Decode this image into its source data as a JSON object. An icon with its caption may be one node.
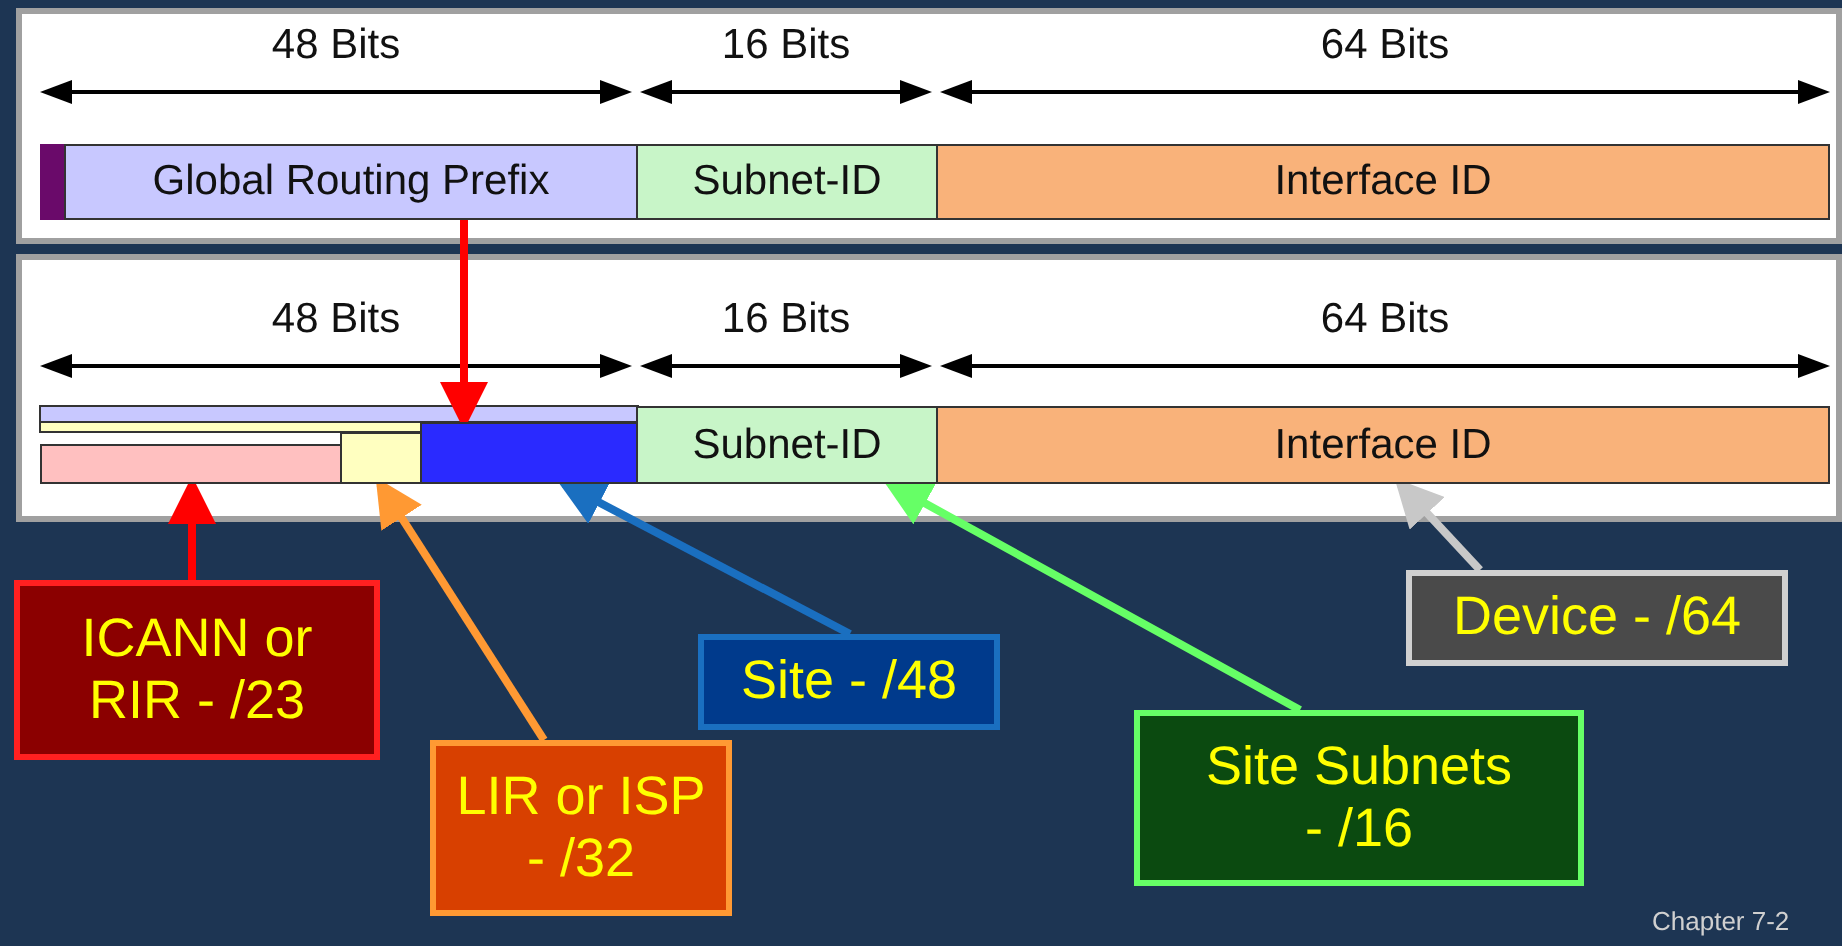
{
  "diagram": {
    "nodes": [
      {
        "text": [
          "Global Routing Prefix"
        ]
      },
      {
        "text": [
          "Subnet-ID"
        ]
      },
      {
        "text": [
          "Interface ID"
        ]
      },
      {
        "text": [],
        "shape": "bar"
      },
      {
        "text": [],
        "shape": "bar"
      },
      {
        "text": [],
        "shape": "bar"
      },
      {
        "text": [
          "Subnet-ID"
        ]
      },
      {
        "text": [
          "Interface ID"
        ]
      },
      {
        "text": [
          "ICANN or RIR  - /23"
        ]
      },
      {
        "text": [
          "Site - /48"
        ]
      },
      {
        "text": [
          "Device - /64"
        ]
      },
      {
        "text": [
          "LIR or ISP - /32"
        ]
      },
      {
        "text": [
          "Site Subnets - /16"
        ]
      }
    ],
    "edges": [
      {
        "from": 0,
        "to": 5,
        "arrow": "to",
        "color": "#ff0000"
      },
      {
        "from": 8,
        "to": 3,
        "arrow": "to",
        "color": "#ff0000"
      },
      {
        "from": 11,
        "to": 4,
        "arrow": "to",
        "color": "#ff9933"
      },
      {
        "from": 9,
        "to": 5,
        "arrow": "to",
        "color": "#1a6fc0"
      },
      {
        "from": 12,
        "to": 6,
        "arrow": "to",
        "color": "#66ff66"
      },
      {
        "from": 10,
        "to": 7,
        "arrow": "to",
        "color": "#c8c8c8"
      }
    ],
    "labels": [
      "48 Bits",
      "16 Bits",
      "64 Bits",
      "48 Bits",
      "16 Bits",
      "64 Bits",
      "Chapter 7-2"
    ]
  }
}
